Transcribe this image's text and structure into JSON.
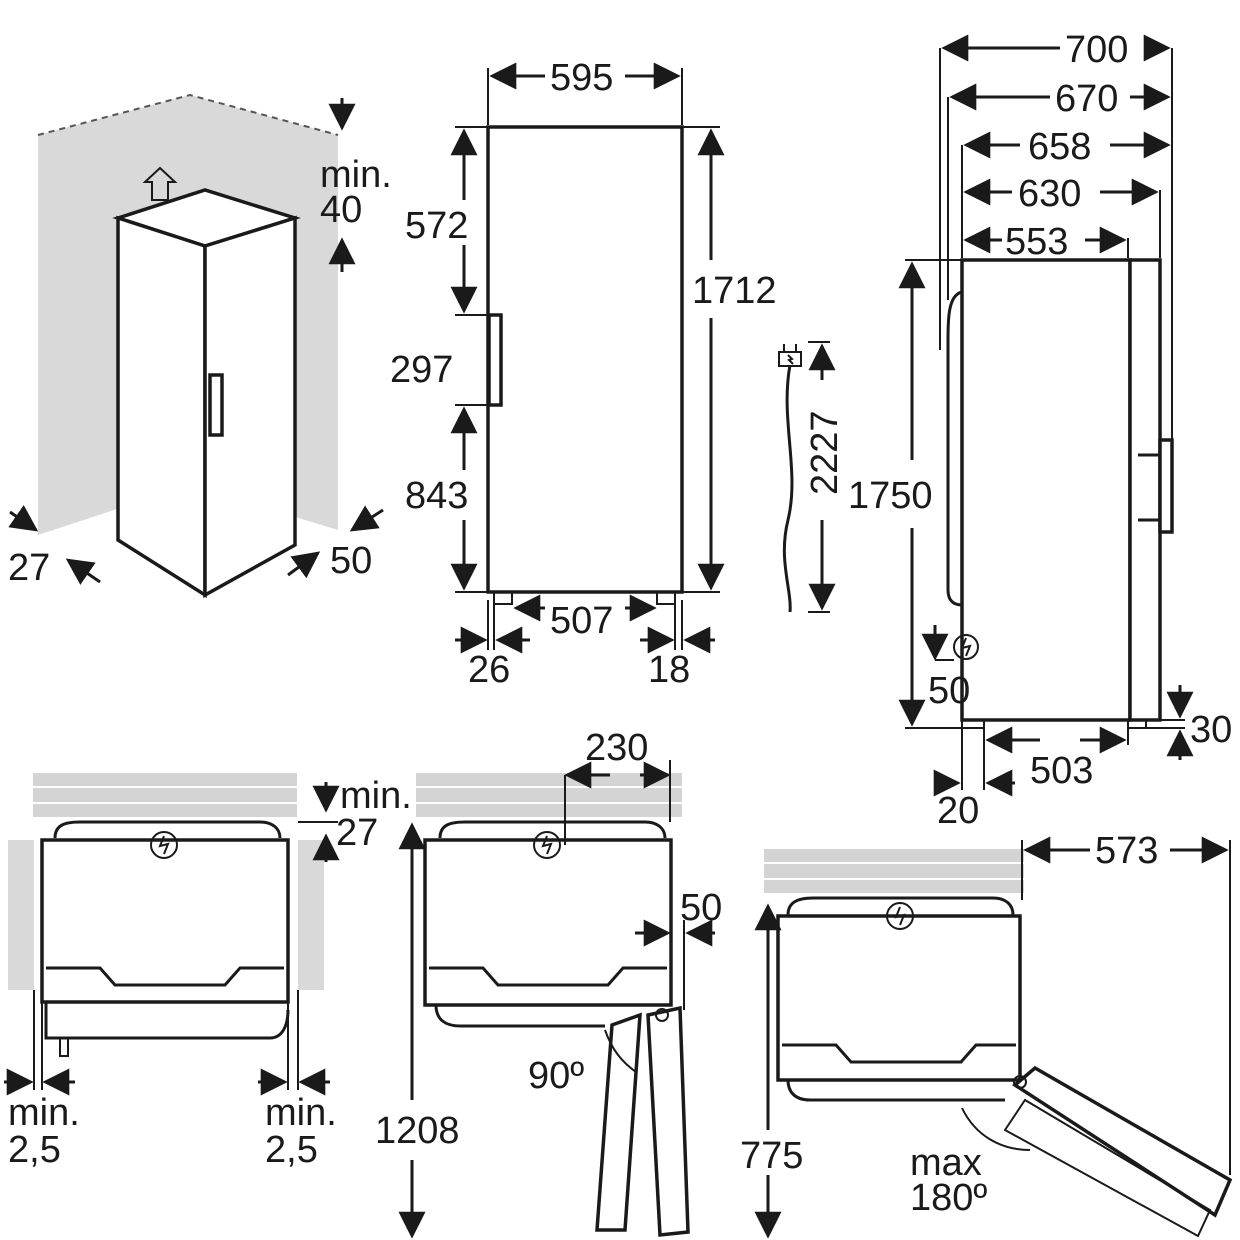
{
  "dimensions": {
    "iso_top_clearance_word": "min.",
    "iso_top_clearance_value": "40",
    "iso_side_gap": "27",
    "iso_back_gap": "50",
    "front_width": "595",
    "front_height": "1712",
    "front_upper": "572",
    "front_handle": "297",
    "front_lower": "843",
    "front_feet_span": "507",
    "front_left_foot": "26",
    "front_right_foot": "18",
    "cable_length": "2227",
    "side_depth_700": "700",
    "side_depth_670": "670",
    "side_depth_658": "658",
    "side_depth_630": "630",
    "side_depth_553": "553",
    "side_height": "1750",
    "side_plug": "50",
    "side_feet_span": "503",
    "side_rear_foot": "20",
    "side_front_foot": "30",
    "plan1_top_word": "min.",
    "plan1_top_value": "27",
    "plan1_left_word": "min.",
    "plan1_left_value": "2,5",
    "plan1_right_word": "min.",
    "plan1_right_value": "2,5",
    "plan2_offset": "230",
    "plan2_side": "50",
    "plan2_depth": "1208",
    "plan2_angle": "90º",
    "plan3_door": "573",
    "plan3_depth": "775",
    "plan3_angle_word": "max",
    "plan3_angle_value": "180º"
  }
}
